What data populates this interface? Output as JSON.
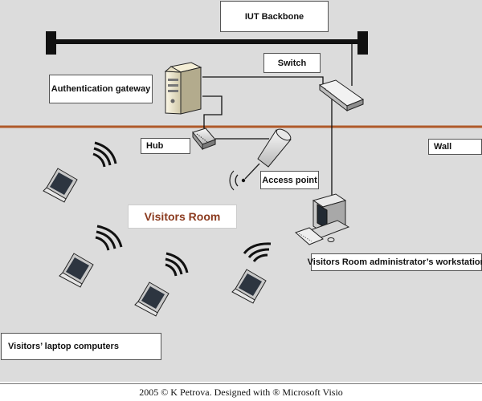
{
  "labels": {
    "backbone": "IUT Backbone",
    "switch": "Switch",
    "auth_gateway": "Authentication gateway",
    "hub": "Hub",
    "wall": "Wall",
    "access_point": "Access point",
    "visitors_room": "Visitors Room",
    "admin_workstation": "Visitors Room administrator’s workstation",
    "laptops": "Visitors’ laptop computers"
  },
  "footer": "2005 © K Petrova. Designed with ® Microsoft Visio",
  "colors": {
    "background": "#dcdcdc",
    "wall": "#b05a2a",
    "visitors_room_text": "#8b3a1e",
    "backbone": "#111111"
  }
}
